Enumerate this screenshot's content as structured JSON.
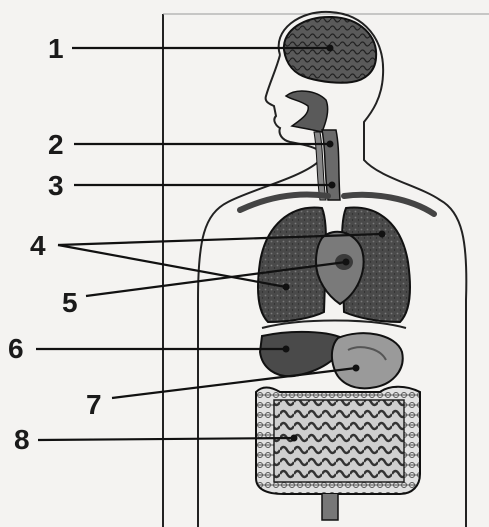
{
  "labels": [
    {
      "id": "label-1",
      "text": "1"
    },
    {
      "id": "label-2",
      "text": "2"
    },
    {
      "id": "label-3",
      "text": "3"
    },
    {
      "id": "label-4",
      "text": "4"
    },
    {
      "id": "label-5",
      "text": "5"
    },
    {
      "id": "label-6",
      "text": "6"
    },
    {
      "id": "label-7",
      "text": "7"
    },
    {
      "id": "label-8",
      "text": "8"
    }
  ],
  "colors": {
    "background": "#f4f3f1",
    "outline": "#111111",
    "organ_dark": "#3d3d3d",
    "organ_mid": "#6a6a6a",
    "organ_light": "#9a9a9a"
  }
}
